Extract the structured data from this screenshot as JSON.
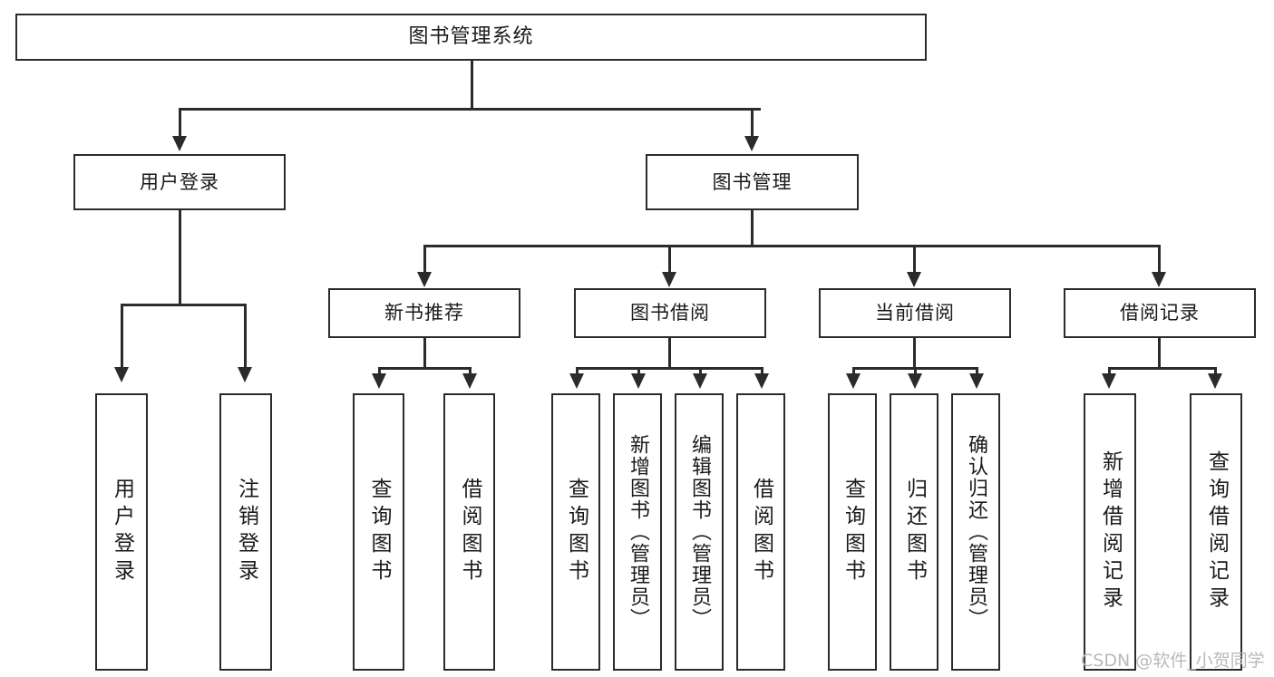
{
  "diagram": {
    "title": "图书管理系统",
    "type": "tree-hierarchy",
    "watermark": "CSDN @软件_小贺同学",
    "root": {
      "label": "图书管理系统"
    },
    "level2": [
      {
        "label": "用户登录"
      },
      {
        "label": "图书管理"
      }
    ],
    "level3": [
      {
        "label": "新书推荐"
      },
      {
        "label": "图书借阅"
      },
      {
        "label": "当前借阅"
      },
      {
        "label": "借阅记录"
      }
    ],
    "leaves": {
      "user_login": [
        {
          "label": "用户登录"
        },
        {
          "label": "注销登录"
        }
      ],
      "new_book_recommend": [
        {
          "label": "查询图书"
        },
        {
          "label": "借阅图书"
        }
      ],
      "book_borrow": [
        {
          "label": "查询图书"
        },
        {
          "label": "新增图书（管理员）"
        },
        {
          "label": "编辑图书（管理员）"
        },
        {
          "label": "借阅图书"
        }
      ],
      "current_borrow": [
        {
          "label": "查询图书"
        },
        {
          "label": "归还图书"
        },
        {
          "label": "确认归还（管理员）"
        }
      ],
      "borrow_record": [
        {
          "label": "新增借阅记录"
        },
        {
          "label": "查询借阅记录"
        }
      ]
    }
  },
  "colors": {
    "stroke": "#2b2b2b",
    "fill": "#ffffff",
    "text": "#1a1a1a",
    "watermark": "#b9b9b9"
  }
}
